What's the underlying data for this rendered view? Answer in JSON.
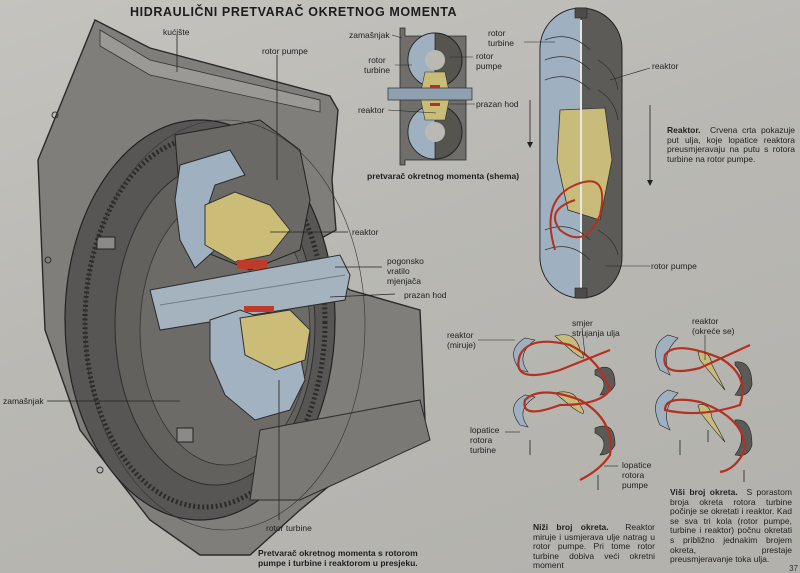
{
  "title": "HIDRAULIČNI PRETVARAČ OKRETNOG MOMENTA",
  "colors": {
    "paper": "#bab9b4",
    "housing": "#7d7d7b",
    "housing_dark": "#4a4a48",
    "turbine_blue": "#9fb0c0",
    "reactor_yellow": "#c9bc7a",
    "oil_path_red": "#b5301f",
    "pump_grey": "#5e5d5a"
  },
  "cutaway": {
    "labels": {
      "kuciste": "kućište",
      "rotor_pumpe": "rotor pumpe",
      "reaktor": "reaktor",
      "pogonsko_vratilo": [
        "pogonsko",
        "vratilo",
        "mjenjača"
      ],
      "prazan_hod": "prazan hod",
      "zamasnjak": "zamašnjak",
      "rotor_turbine": "rotor turbine"
    },
    "caption": [
      "Pretvarač okretnog momenta s rotorom",
      "pumpe i turbine i reaktorom u presjeku."
    ]
  },
  "schema": {
    "labels": {
      "zamasnjak": "zamašnjak",
      "rotor_turbine": [
        "rotor",
        "turbine"
      ],
      "rotor_pumpe": [
        "rotor",
        "pumpe"
      ],
      "reaktor": "reaktor",
      "prazan_hod": "prazan hod"
    },
    "caption": "pretvarač okretnog momenta (shema)"
  },
  "reactor_view": {
    "labels": {
      "rotor_turbine": [
        "rotor",
        "turbine"
      ],
      "reaktor": "reaktor",
      "rotor_pumpe": "rotor pumpe"
    },
    "text_bold": "Reaktor.",
    "text": "Crvena crta pokazuje put ulja, koje lopatice reaktora preusmjeravaju na putu s rotora turbine na rotor pumpe."
  },
  "flow_low": {
    "labels": {
      "reaktor": [
        "reaktor",
        "(miruje)"
      ],
      "smjer": [
        "smjer",
        "strujanja ulja"
      ],
      "lopatice_turbine": [
        "lopatice",
        "rotora",
        "turbine"
      ],
      "lopatice_pumpe": [
        "lopatice",
        "rotora",
        "pumpe"
      ]
    },
    "text_bold": "Niži broj okreta.",
    "text": "Reaktor miruje i usmjerava ulje natrag u rotor pumpe. Pri tome rotor turbine dobiva veći okretni moment"
  },
  "flow_high": {
    "labels": {
      "reaktor": [
        "reaktor",
        "(okreće se)"
      ]
    },
    "text_bold": "Viši broj okreta.",
    "text": "S porastom broja okreta rotora turbine počinje se okretati i reaktor. Kad se sva tri kola (rotor pumpe, turbine i reaktor) počnu okretati s približno jednakim brojem okreta, prestaje preusmjeravanje toka ulja."
  },
  "page_number": "37"
}
